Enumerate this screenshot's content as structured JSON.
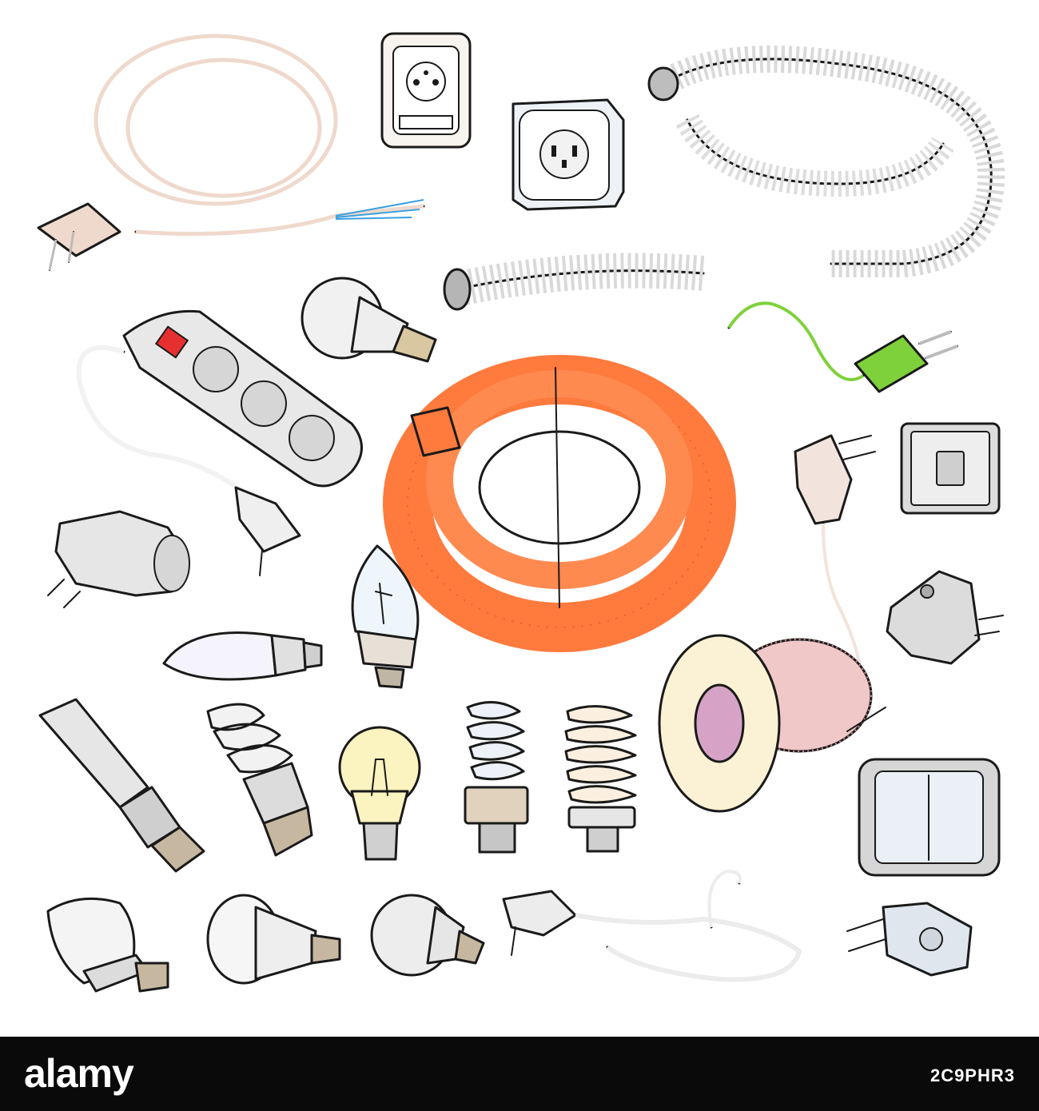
{
  "footer": {
    "logo_text": "alamy",
    "image_id": "2C9PHR3"
  },
  "palette": {
    "background": "#ffffff",
    "footer_bg": "#0a0a0a",
    "cable_orange": "#ff7a3d",
    "cable_green": "#7fd13b",
    "cable_beige": "#efd9cc",
    "grey_part": "#d9d9d9",
    "bulb_yellow": "#fbf3c0",
    "reel_wire": "#c98a8a"
  },
  "items": [
    "power-cord-with-bare-wires",
    "wall-socket-square",
    "wall-socket-grounded",
    "corrugated-conduit-coil",
    "corrugated-conduit-short",
    "led-bulb-small",
    "green-plug-cord",
    "power-strip-three-outlets",
    "orange-extension-cable-coil",
    "angled-plug-cord",
    "light-switch-single",
    "t-adapter",
    "candle-incandescent-bulb",
    "candle-led-bulb",
    "plug-adapter",
    "wire-spool",
    "fluorescent-tube-lamp",
    "spiral-cfl-bulb",
    "incandescent-bulb",
    "spiral-cfl-bulb-small",
    "spiral-cfl-bulb-large",
    "light-switch-double",
    "led-corn-bulb",
    "reflector-bulb",
    "globe-led-bulb",
    "plug-cord-tangled",
    "round-plug-adapter"
  ]
}
